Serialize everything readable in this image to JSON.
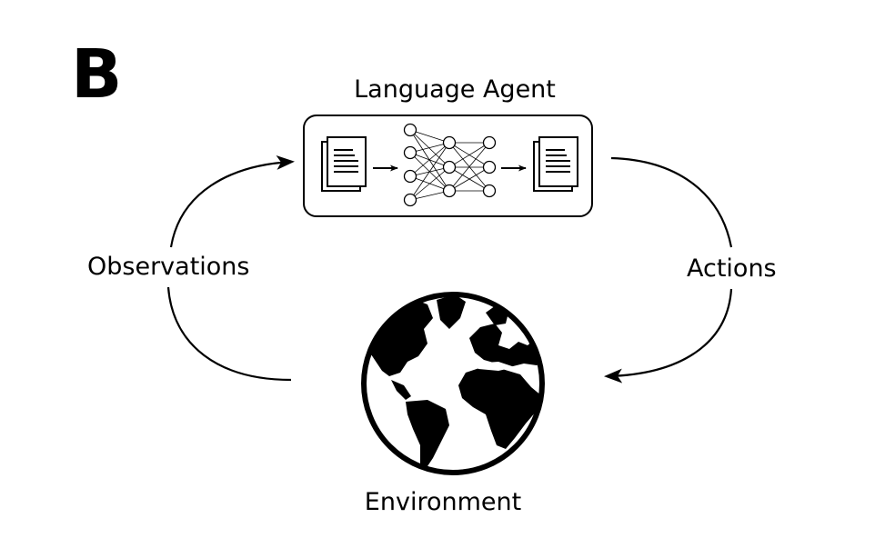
{
  "figure": {
    "panel_letter": "B",
    "agent_title": "Language Agent",
    "left_label": "Observations",
    "right_label": "Actions",
    "bottom_label": "Environment"
  },
  "icons": {
    "input_document": "document-stack-icon",
    "network": "neural-network-icon",
    "output_document": "document-stack-icon",
    "environment": "globe-icon"
  },
  "colors": {
    "ink": "#000000",
    "background": "#ffffff"
  }
}
